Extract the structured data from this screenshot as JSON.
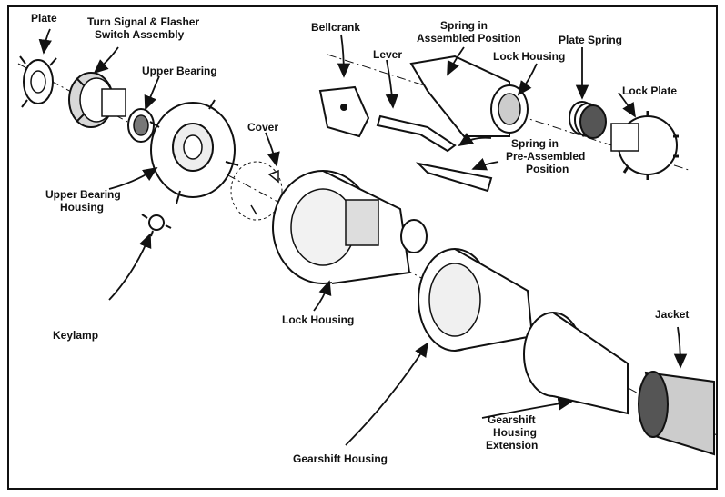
{
  "labels": {
    "plate": "Plate",
    "turn_signal_line1": "Turn Signal & Flasher",
    "turn_signal_line2": "Switch Assembly",
    "upper_bearing": "Upper Bearing",
    "upper_bearing_housing_line1": "Upper Bearing",
    "upper_bearing_housing_line2": "Housing",
    "keylamp": "Keylamp",
    "cover": "Cover",
    "bellcrank": "Bellcrank",
    "lever": "Lever",
    "spring_assembled_line1": "Spring in",
    "spring_assembled_line2": "Assembled Position",
    "lock_housing_top": "Lock Housing",
    "plate_spring": "Plate Spring",
    "lock_plate": "Lock Plate",
    "spring_preassembled_line1": "Spring in",
    "spring_preassembled_line2": "Pre-Assembled",
    "spring_preassembled_line3": "Position",
    "lock_housing_main": "Lock Housing",
    "gearshift_housing": "Gearshift Housing",
    "gearshift_ext_line1": "Gearshift",
    "gearshift_ext_line2": "Housing",
    "gearshift_ext_line3": "Extension",
    "jacket": "Jacket"
  },
  "colors": {
    "ink": "#111111",
    "paper": "#ffffff",
    "shade": "#9a9a9a",
    "dark": "#2a2a2a"
  }
}
